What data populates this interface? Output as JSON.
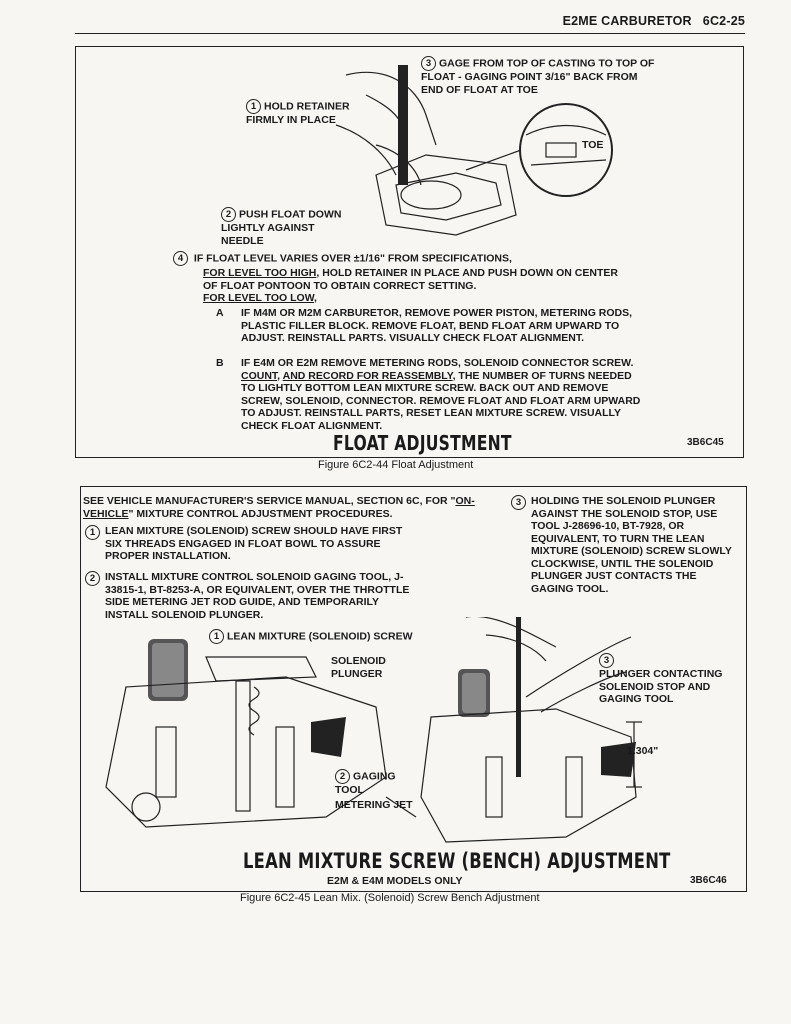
{
  "header": {
    "section_title": "E2ME CARBURETOR",
    "page_number": "6C2-25"
  },
  "figure1": {
    "callout1": "HOLD RETAINER FIRMLY IN PLACE",
    "callout1_num": "1",
    "callout2": "PUSH FLOAT DOWN LIGHTLY AGAINST NEEDLE",
    "callout2_num": "2",
    "callout3": "GAGE FROM TOP OF CASTING TO TOP OF FLOAT - GAGING POINT 3/16\" BACK FROM END OF FLOAT AT TOE",
    "callout3_num": "3",
    "toe_label": "TOE",
    "note_num": "4",
    "note_intro": "IF FLOAT LEVEL VARIES OVER ±1/16\" FROM SPECIFICATIONS,",
    "level_high_heading": "FOR LEVEL TOO HIGH",
    "level_high_text": ", HOLD RETAINER IN PLACE AND PUSH DOWN ON CENTER OF FLOAT PONTOON TO OBTAIN CORRECT SETTING.",
    "level_low_heading": "FOR LEVEL TOO LOW",
    "level_low_comma": ",",
    "step_a_letter": "A",
    "step_a_text": "IF M4M OR M2M CARBURETOR, REMOVE POWER PISTON, METERING RODS, PLASTIC FILLER BLOCK. REMOVE FLOAT, BEND FLOAT ARM UPWARD TO ADJUST. REINSTALL PARTS. VISUALLY CHECK FLOAT ALIGNMENT.",
    "step_b_letter": "B",
    "step_b_pre": "IF E4M OR E2M REMOVE METERING RODS, SOLENOID CONNECTOR SCREW. ",
    "step_b_count": "COUNT",
    "step_b_mid": ", ",
    "step_b_record": "AND RECORD FOR REASSEMBLY",
    "step_b_post": ", THE NUMBER OF TURNS NEEDED TO LIGHTLY BOTTOM LEAN MIXTURE SCREW. BACK OUT AND REMOVE SCREW, SOLENOID, CONNECTOR. REMOVE FLOAT AND FLOAT ARM UPWARD TO ADJUST. REINSTALL PARTS, RESET LEAN MIXTURE SCREW. VISUALLY CHECK FLOAT ALIGNMENT.",
    "title": "FLOAT ADJUSTMENT",
    "code": "3B6C45",
    "caption": "Figure 6C2-44 Float Adjustment"
  },
  "figure2": {
    "intro_pre": "SEE VEHICLE MANUFACTURER'S SERVICE MANUAL, SECTION 6C, FOR \"",
    "intro_link": "ON-VEHICLE",
    "intro_post": "\" MIXTURE CONTROL ADJUSTMENT PROCEDURES.",
    "step1_num": "1",
    "step1": "LEAN MIXTURE (SOLENOID) SCREW SHOULD HAVE FIRST SIX THREADS ENGAGED IN FLOAT BOWL TO ASSURE PROPER INSTALLATION.",
    "step2_num": "2",
    "step2": "INSTALL MIXTURE CONTROL SOLENOID GAGING TOOL, J-33815-1, BT-8253-A, OR EQUIVALENT, OVER THE THROTTLE SIDE METERING JET ROD GUIDE, AND TEMPORARILY INSTALL SOLENOID PLUNGER.",
    "step3_num": "3",
    "step3": "HOLDING THE SOLENOID PLUNGER AGAINST THE SOLENOID STOP, USE TOOL J-28696-10, BT-7928, OR EQUIVALENT, TO TURN THE LEAN MIXTURE (SOLENOID) SCREW SLOWLY CLOCKWISE, UNTIL THE SOLENOID PLUNGER JUST CONTACTS THE GAGING TOOL.",
    "label_lean_num": "1",
    "label_lean": "LEAN MIXTURE (SOLENOID) SCREW",
    "label_solenoid": "SOLENOID PLUNGER",
    "label_gaging_num": "2",
    "label_gaging": "GAGING TOOL",
    "label_jet": "METERING JET",
    "label_plunger_num": "3",
    "label_plunger": "PLUNGER CONTACTING SOLENOID STOP AND GAGING TOOL",
    "dimension": "1.304\"",
    "title": "LEAN MIXTURE SCREW (BENCH) ADJUSTMENT",
    "subtitle": "E2M & E4M MODELS ONLY",
    "code": "3B6C46",
    "caption": "Figure 6C2-45 Lean Mix. (Solenoid) Screw Bench Adjustment"
  }
}
